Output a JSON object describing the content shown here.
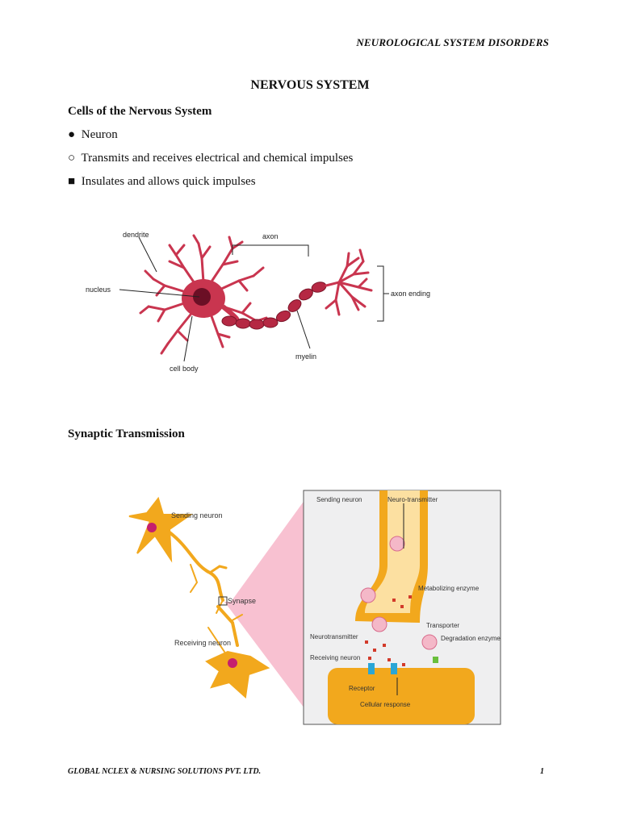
{
  "header": {
    "running_title": "NEUROLOGICAL SYSTEM DISORDERS"
  },
  "document": {
    "title": "NERVOUS SYSTEM",
    "section1": {
      "heading": "Cells of the Nervous System",
      "bullets": [
        {
          "marker": "●",
          "text": "Neuron"
        },
        {
          "marker": "○",
          "text": "Transmits and receives electrical and chemical impulses"
        },
        {
          "marker": "■",
          "text": "Insulates and allows quick impulses"
        }
      ]
    },
    "neuron_figure": {
      "labels": {
        "dendrite": "dendrite",
        "axon": "axon",
        "nucleus": "nucleus",
        "axon_ending": "axon ending",
        "myelin": "myelin",
        "cell_body": "cell body"
      },
      "colors": {
        "neuron": "#c9354f",
        "nucleus": "#6b0f25",
        "label_line": "#222222"
      }
    },
    "section2": {
      "heading": "Synaptic Transmission"
    },
    "synapse_figure": {
      "labels": {
        "sending_neuron": "Sending neuron",
        "synapse": "Synapse",
        "receiving_neuron": "Receiving neuron",
        "inset_sending_neuron": "Sending neuron",
        "neurotransmitter_top": "Neuro-transmitter",
        "metabolizing_enzyme": "Metabolizing enzyme",
        "transporter": "Transporter",
        "neurotransmitter": "Neurotransmitter",
        "degradation_enzyme": "Degradation enzyme",
        "inset_receiving_neuron": "Receiving neuron",
        "receptor": "Receptor",
        "cellular_response": "Cellular response"
      },
      "colors": {
        "neuron": "#f2a81d",
        "highlight": "#f7b6c9",
        "vesicle": "#f4b8c8",
        "receptor": "#2aa6d6"
      }
    }
  },
  "footer": {
    "company": "GLOBAL NCLEX & NURSING SOLUTIONS PVT. LTD.",
    "page_number": "1"
  }
}
